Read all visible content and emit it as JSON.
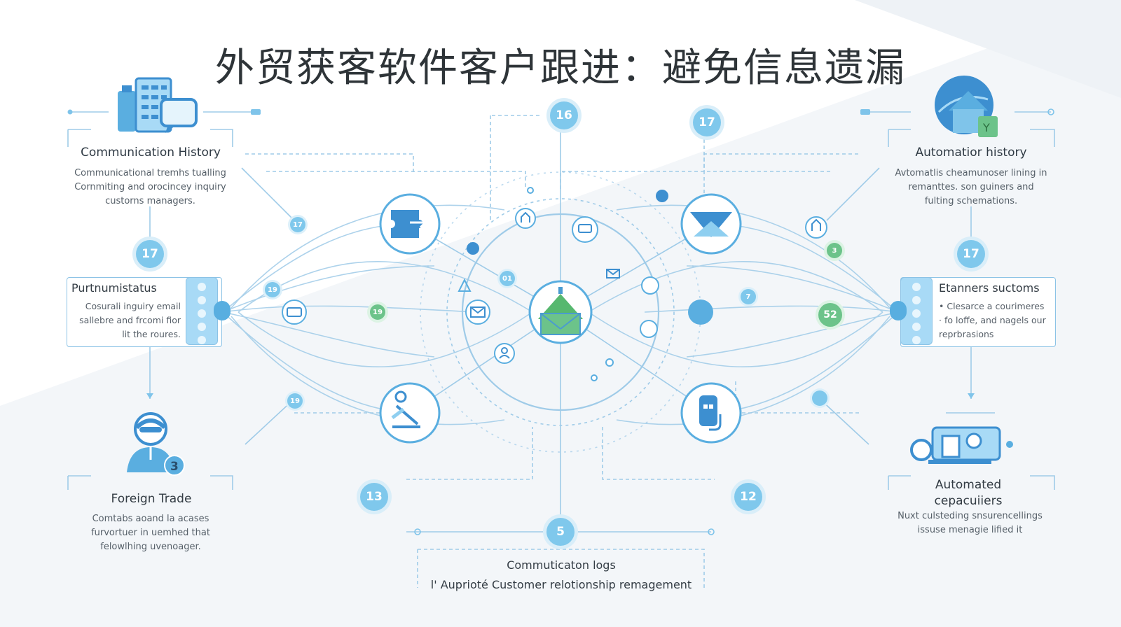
{
  "title": "外贸获客软件客户跟进：避免信息遗漏",
  "colors": {
    "accent": "#5aaee0",
    "light_accent": "#a8daf6",
    "green": "#6cc38a",
    "line": "#8cc3e6",
    "text": "#333c44"
  },
  "top_left": {
    "icon": "office-building-chat-icon",
    "title": "Communication History",
    "lines": [
      "Communicational tremhs tualling",
      "Cornmiting and orocincey inquiry",
      "custorns managers."
    ]
  },
  "top_right": {
    "icon": "globe-house-icon",
    "title": "Automatior history",
    "lines": [
      "Avtomatlis cheamunoser lining in",
      "remanttes. son guiners and",
      "fulting schemations."
    ]
  },
  "left_box": {
    "title": "Purtnumistatus",
    "lines": [
      "Cosurali inguiry email",
      "sallebre and frcomi fior",
      "lit the roures."
    ]
  },
  "right_box": {
    "title": "Etanners suctoms",
    "lines": [
      "• Clesarce a courimeres",
      "· fo loffe, and nagels our",
      "reprbrasions"
    ]
  },
  "bottom_left": {
    "icon": "person-agent-icon",
    "badge": "3",
    "title": "Foreign Trade",
    "lines": [
      "Comtabs aoand la acases",
      "furvortuer in uemhed that",
      "felowlhing uvenoager."
    ]
  },
  "bottom_right": {
    "icon": "machine-device-icon",
    "title_line1": "Automated",
    "title_line2": "cepacuiiers",
    "lines": [
      "Nuxt culsteding snsurencellings",
      "issuse menagie lified it"
    ]
  },
  "bottom_center": {
    "line1": "Commuticaton logs",
    "line2": "l' Auprioté Customer relotionship remagement"
  },
  "badges": {
    "top_center_left": "16",
    "top_center_right": "17",
    "left_mid": "17",
    "right_mid": "17",
    "bottom_left": "13",
    "bottom_right": "12",
    "bottom_center": "5",
    "small_a": "17",
    "small_b": "19",
    "small_c": "19",
    "small_d": "19",
    "small_e": "3",
    "small_f": "7",
    "small_g": "52",
    "small_h": "01"
  },
  "hub_icon": "house-hub-icon",
  "node_icons": [
    "puzzle-arrow-icon",
    "envelope-icon",
    "chat-icon",
    "person-icon",
    "ticket-icon",
    "tablet-hand-icon",
    "document-icon",
    "tag-icon",
    "envelope-open-icon",
    "plus-icon",
    "home-icon",
    "pin-icon"
  ]
}
